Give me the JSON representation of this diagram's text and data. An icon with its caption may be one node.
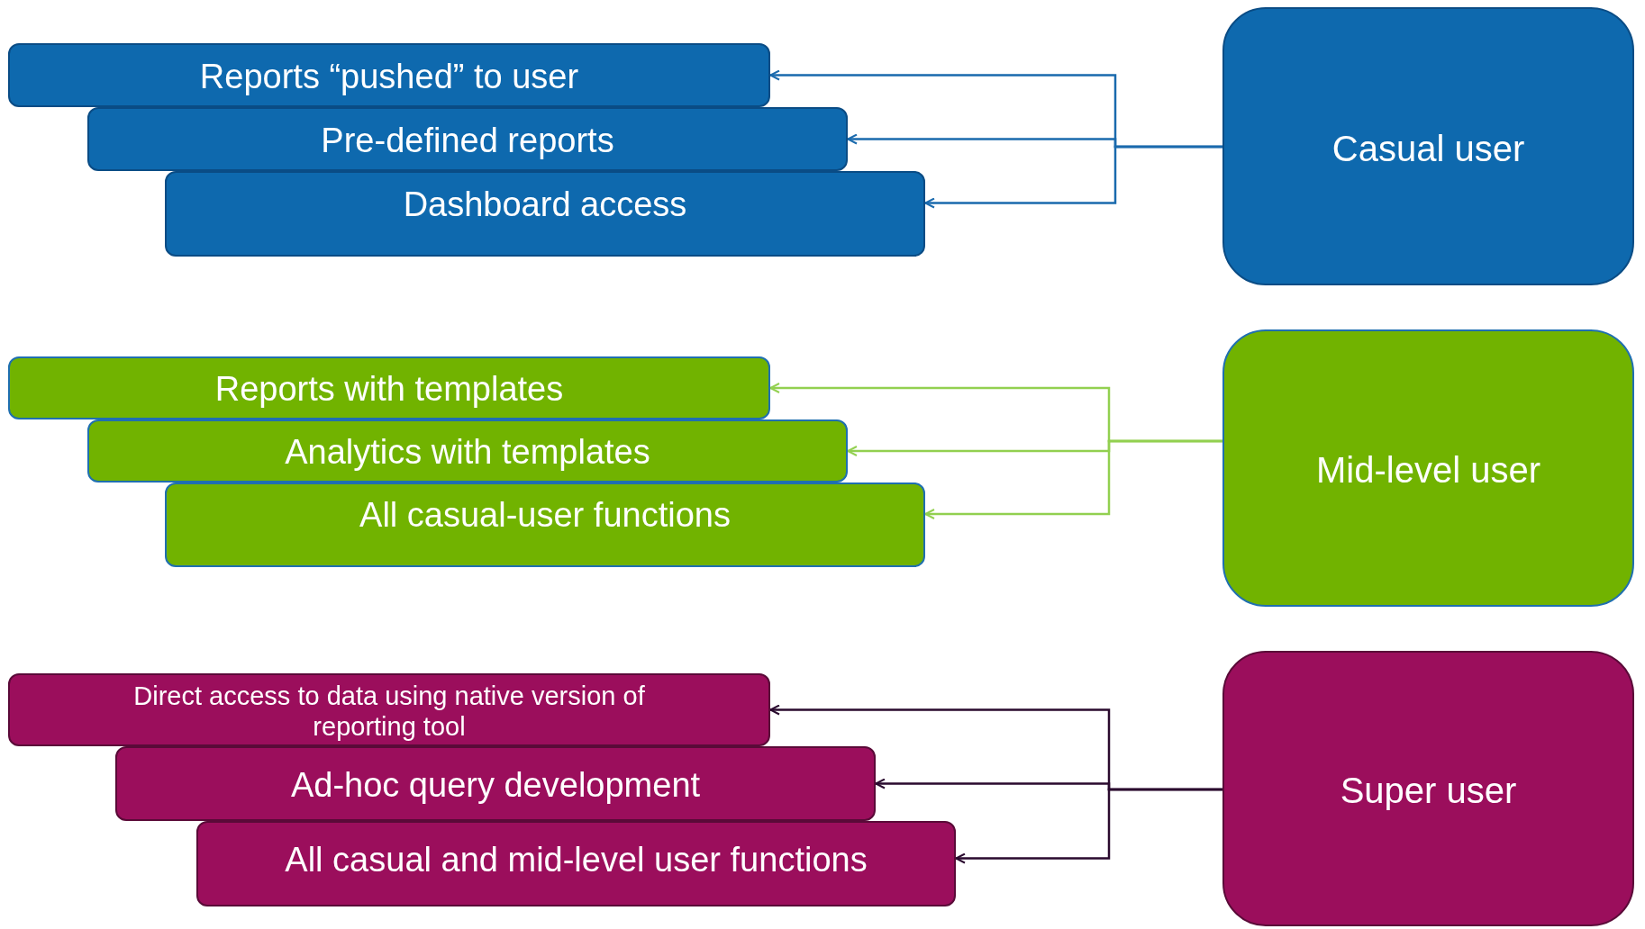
{
  "diagram": {
    "nodes": [
      {
        "text": [
          "Casual user"
        ]
      },
      {
        "text": [
          "Reports “pushed” to user"
        ]
      },
      {
        "text": [
          "Pre-defined reports"
        ]
      },
      {
        "text": [
          "Dashboard access"
        ]
      },
      {
        "text": [
          "Mid-level user"
        ]
      },
      {
        "text": [
          "Reports with templates"
        ]
      },
      {
        "text": [
          "Analytics with templates"
        ]
      },
      {
        "text": [
          "All casual-user functions"
        ]
      },
      {
        "text": [
          "Super user"
        ]
      },
      {
        "text": [
          "Direct access to data using native version of reporting tool"
        ]
      },
      {
        "text": [
          "Ad-hoc query development"
        ]
      },
      {
        "text": [
          "All casual and mid-level user functions"
        ]
      }
    ],
    "edges": [
      {
        "from": 0,
        "to": 1,
        "arrow": "to",
        "color": "#1a6aad"
      },
      {
        "from": 0,
        "to": 2,
        "arrow": "to",
        "color": "#1a6aad"
      },
      {
        "from": 0,
        "to": 3,
        "arrow": "to",
        "color": "#1a6aad"
      },
      {
        "from": 4,
        "to": 5,
        "arrow": "to",
        "color": "#92d050"
      },
      {
        "from": 4,
        "to": 6,
        "arrow": "to",
        "color": "#92d050"
      },
      {
        "from": 4,
        "to": 7,
        "arrow": "to",
        "color": "#92d050"
      },
      {
        "from": 8,
        "to": 9,
        "arrow": "to",
        "color": "#2a0a2e"
      },
      {
        "from": 8,
        "to": 10,
        "arrow": "to",
        "color": "#2a0a2e"
      },
      {
        "from": 8,
        "to": 11,
        "arrow": "to",
        "color": "#2a0a2e"
      }
    ]
  }
}
